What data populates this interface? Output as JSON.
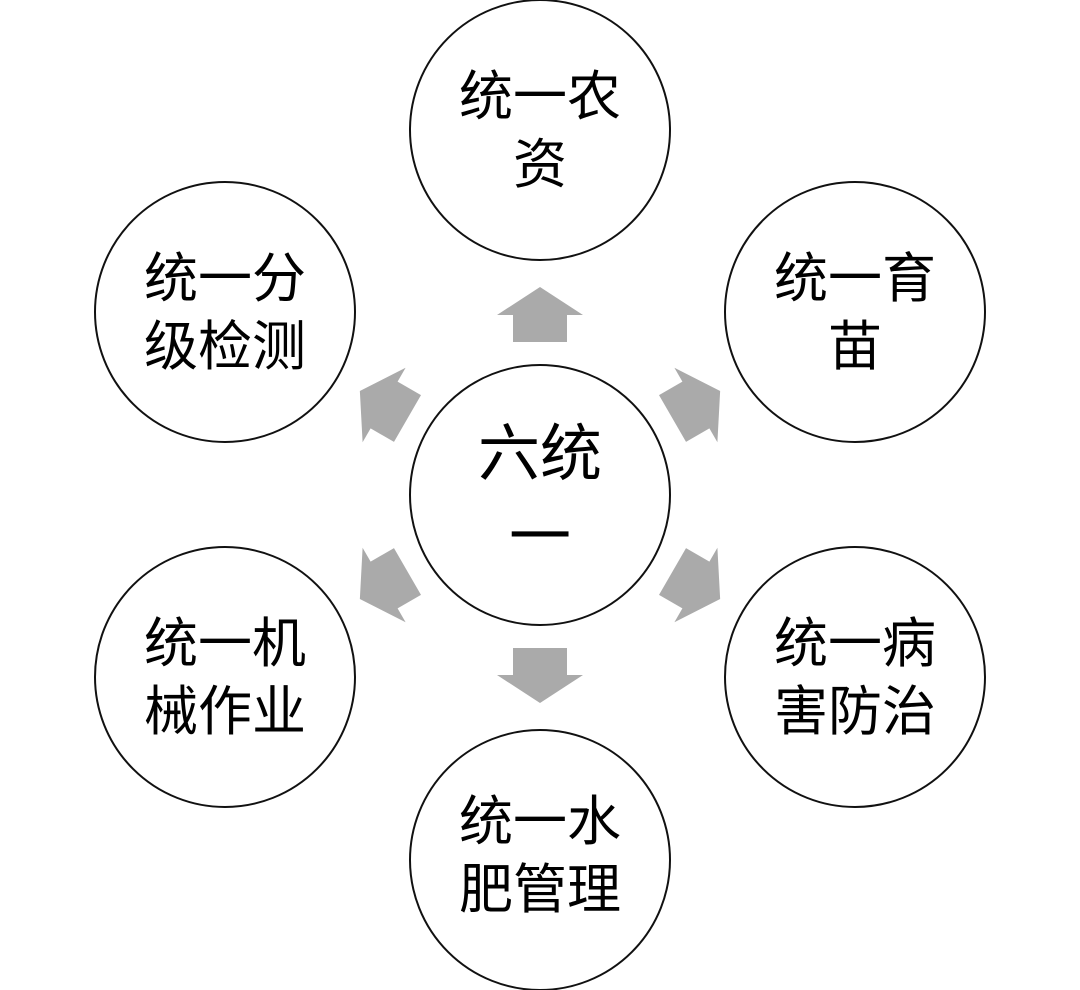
{
  "diagram": {
    "type": "radial-hub",
    "center": {
      "label": "六统一",
      "lines": [
        "六统",
        "一"
      ]
    },
    "nodes": [
      {
        "id": "agri-inputs",
        "label": "统一农资",
        "lines": [
          "统一农",
          "资"
        ],
        "direction": "top"
      },
      {
        "id": "seedling",
        "label": "统一育苗",
        "lines": [
          "统一育",
          "苗"
        ],
        "direction": "top-right"
      },
      {
        "id": "pest-control",
        "label": "统一病害防治",
        "lines": [
          "统一病",
          "害防治"
        ],
        "direction": "bottom-right"
      },
      {
        "id": "water-fertilizer",
        "label": "统一水肥管理",
        "lines": [
          "统一水",
          "肥管理"
        ],
        "direction": "bottom"
      },
      {
        "id": "mechanized",
        "label": "统一机械作业",
        "lines": [
          "统一机",
          "械作业"
        ],
        "direction": "bottom-left"
      },
      {
        "id": "grading-testing",
        "label": "统一分级检测",
        "lines": [
          "统一分",
          "级检测"
        ],
        "direction": "top-left"
      }
    ],
    "edges": [
      {
        "from": "center",
        "to": "agri-inputs"
      },
      {
        "from": "center",
        "to": "seedling"
      },
      {
        "from": "center",
        "to": "pest-control"
      },
      {
        "from": "center",
        "to": "water-fertilizer"
      },
      {
        "from": "center",
        "to": "mechanized"
      },
      {
        "from": "center",
        "to": "grading-testing"
      }
    ],
    "colors": {
      "arrow": "#AAAAAA",
      "circle_stroke": "#111111",
      "circle_fill": "#FFFFFF",
      "text": "#000000"
    }
  }
}
